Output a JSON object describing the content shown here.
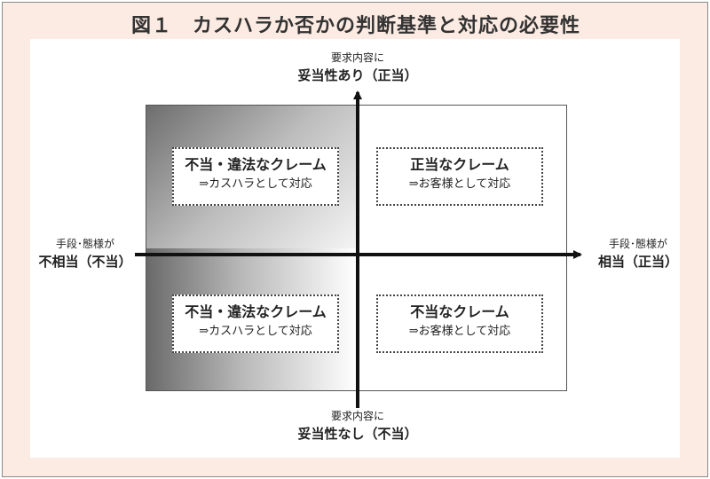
{
  "title": "図１　カスハラか否かの判断基準と対応の必要性",
  "axis_labels": {
    "top_line1": "要求内容に",
    "top_line2": "妥当性あり（正当）",
    "bottom_line1": "要求内容に",
    "bottom_line2": "妥当性なし（不当）",
    "left_line1": "手段･態様が",
    "left_line2": "不相当（不当）",
    "right_line1": "手段･態様が",
    "right_line2": "相当（正当）"
  },
  "quadrants": {
    "top_left": {
      "heading": "不当・違法なクレーム",
      "action": "⇒カスハラとして対応"
    },
    "top_right": {
      "heading": "正当なクレーム",
      "action": "⇒お客様として対応"
    },
    "bottom_left": {
      "heading": "不当・違法なクレーム",
      "action": "⇒カスハラとして対応"
    },
    "bottom_right": {
      "heading": "不当なクレーム",
      "action": "⇒お客様として対応"
    }
  }
}
